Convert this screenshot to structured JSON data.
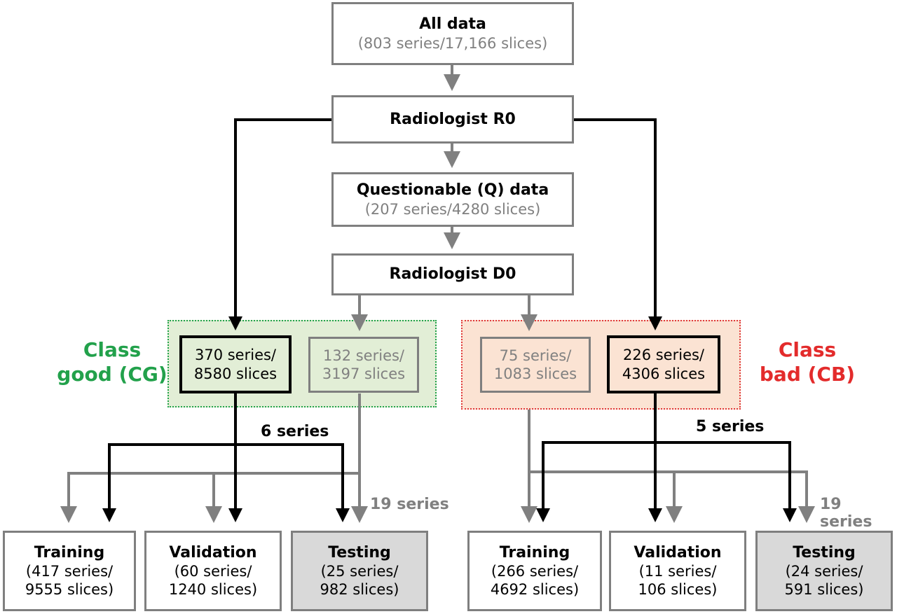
{
  "nodes": {
    "all_data": {
      "title": "All data",
      "sub": "(803 series/17,166  slices)"
    },
    "radiologist_r0": {
      "title": "Radiologist R0"
    },
    "questionable": {
      "title": "Questionable (Q) data",
      "sub": "(207 series/4280 slices)"
    },
    "radiologist_d0": {
      "title": "Radiologist D0"
    },
    "cg_main": {
      "line1": "370 series/",
      "line2": "8580 slices"
    },
    "cg_q": {
      "line1": "132 series/",
      "line2": "3197 slices"
    },
    "cb_q": {
      "line1": "75 series/",
      "line2": "1083 slices"
    },
    "cb_main": {
      "line1": "226 series/",
      "line2": "4306 slices"
    },
    "good_training": {
      "title": "Training",
      "line1": "(417 series/",
      "line2": "9555 slices)"
    },
    "good_validation": {
      "title": "Validation",
      "line1": "(60 series/",
      "line2": "1240 slices)"
    },
    "good_testing": {
      "title": "Testing",
      "line1": "(25 series/",
      "line2": "982 slices)"
    },
    "bad_training": {
      "title": "Training",
      "line1": "(266 series/",
      "line2": "4692 slices)"
    },
    "bad_validation": {
      "title": "Validation",
      "line1": "(11 series/",
      "line2": "106 slices)"
    },
    "bad_testing": {
      "title": "Testing",
      "line1": "(24 series/",
      "line2": "591 slices)"
    }
  },
  "classes": {
    "good": {
      "line1": "Class",
      "line2": "good (CG)"
    },
    "bad": {
      "line1": "Class",
      "line2": "bad (CB)"
    }
  },
  "annotations": {
    "good_black": "6 series",
    "good_grey": "19 series",
    "bad_black": "5 series",
    "bad_grey": "19 series"
  },
  "colors": {
    "class_good": "#22a14b",
    "class_bad": "#e32b2b",
    "region_good_fill": "#e2eed6",
    "region_bad_fill": "#fbe3d3",
    "grey_path": "#808080",
    "black_path": "#000000",
    "testing_fill": "#d9d9d9"
  }
}
